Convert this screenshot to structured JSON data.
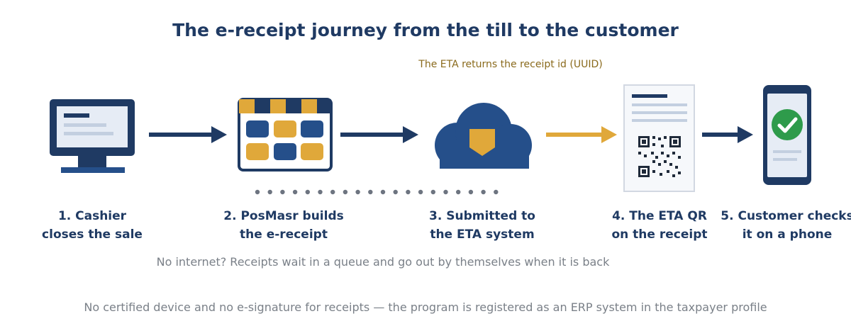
{
  "title": "The e-receipt journey from the till to the customer",
  "note_top": "The ETA returns the receipt id (UUID)",
  "steps": [
    {
      "line1": "1. Cashier",
      "line2": "closes the sale"
    },
    {
      "line1": "2. PosMasr builds",
      "line2": "the e-receipt"
    },
    {
      "line1": "3. Submitted to",
      "line2": "the ETA system"
    },
    {
      "line1": "4. The ETA QR",
      "line2": "on the receipt"
    },
    {
      "line1": "5. Customer checks",
      "line2": "it on a phone"
    }
  ],
  "note_mid": "No internet? Receipts wait in a queue and go out by themselves when it is back",
  "note_bottom": "No certified device and no e-signature for receipts — the program is registered as an ERP system in the taxpayer profile",
  "icons": [
    "monitor-icon",
    "pos-terminal-icon",
    "cloud-shield-icon",
    "receipt-qr-icon",
    "phone-check-icon"
  ],
  "colors": {
    "navy": "#1f3a63",
    "blue": "#254f8a",
    "gold": "#e0a83a",
    "light": "#e6ecf5",
    "grey": "#7a8088",
    "green": "#2e9b4b"
  }
}
